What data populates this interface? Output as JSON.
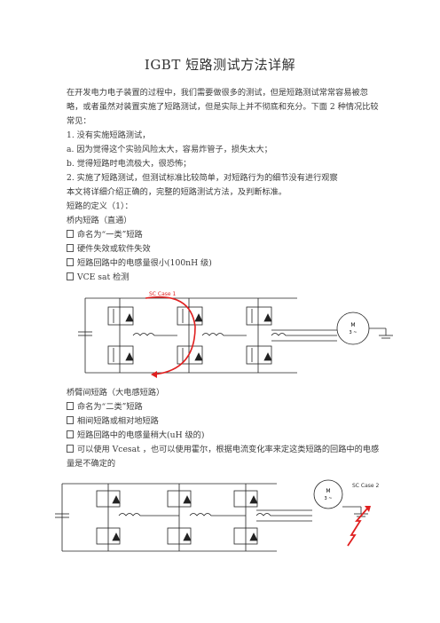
{
  "title": "IGBT 短路测试方法详解",
  "intro": "在开发电力电子装置的过程中，我们需要做很多的测试，但是短路测试常常容易被忽略，或者虽然对装置实施了短路测试，但是实际上并不彻底和充分。下面 2 种情况比较常见：",
  "items": [
    "1. 没有实施短路测试，",
    "a. 因为觉得这个实验风险太大，容易炸管子，损失太大；",
    "b. 觉得短路时电流极大，很恐怖；",
    "2. 实施了短路测试，但测试标准比较简单，对短路行为的细节没有进行观察",
    "本文将详细介绍正确的，完整的短路测试方法，及判断标准。",
    "短路的定义（1）：",
    "桥内短路（直通）"
  ],
  "list1": [
    "命名为“一类”短路",
    "硬件失效或软件失效",
    "短路回路中的电感量很小(100nH 级)",
    "VCE sat 检测"
  ],
  "fig1_label": "SC Case 1",
  "section2": "桥臂间短路（大电感短路）",
  "list2": [
    "命名为“二类”短路",
    "相间短路或相对地短路",
    "短路回路中的电感量稍大(uH 级的)",
    "可以使用 Vcesat ，也可以使用霍尔，根据电流变化率来定这类短路的回路中的电感量是不确定的"
  ],
  "fig2_label": "SC Case 2",
  "motor_label": "M",
  "motor_sub": "3 ~",
  "colors": {
    "accent": "#e02020",
    "line": "#222222"
  }
}
